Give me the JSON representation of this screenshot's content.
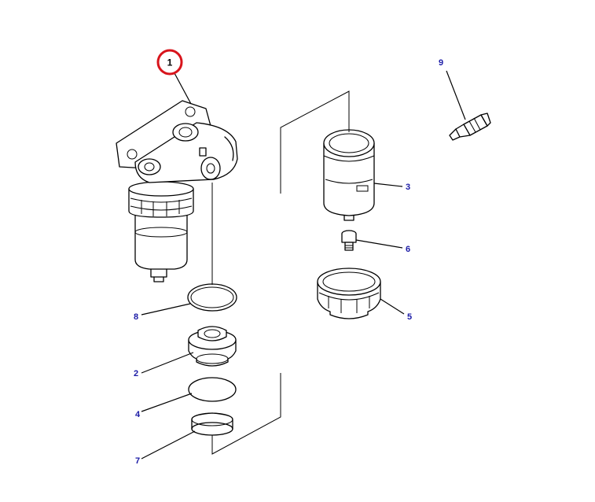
{
  "labels": {
    "p1": "1",
    "p2": "2",
    "p3": "3",
    "p4": "4",
    "p5": "5",
    "p6": "6",
    "p7": "7",
    "p8": "8",
    "p9": "9"
  },
  "highlight_color": "#d8141c",
  "label_color": "#1a1aa6"
}
